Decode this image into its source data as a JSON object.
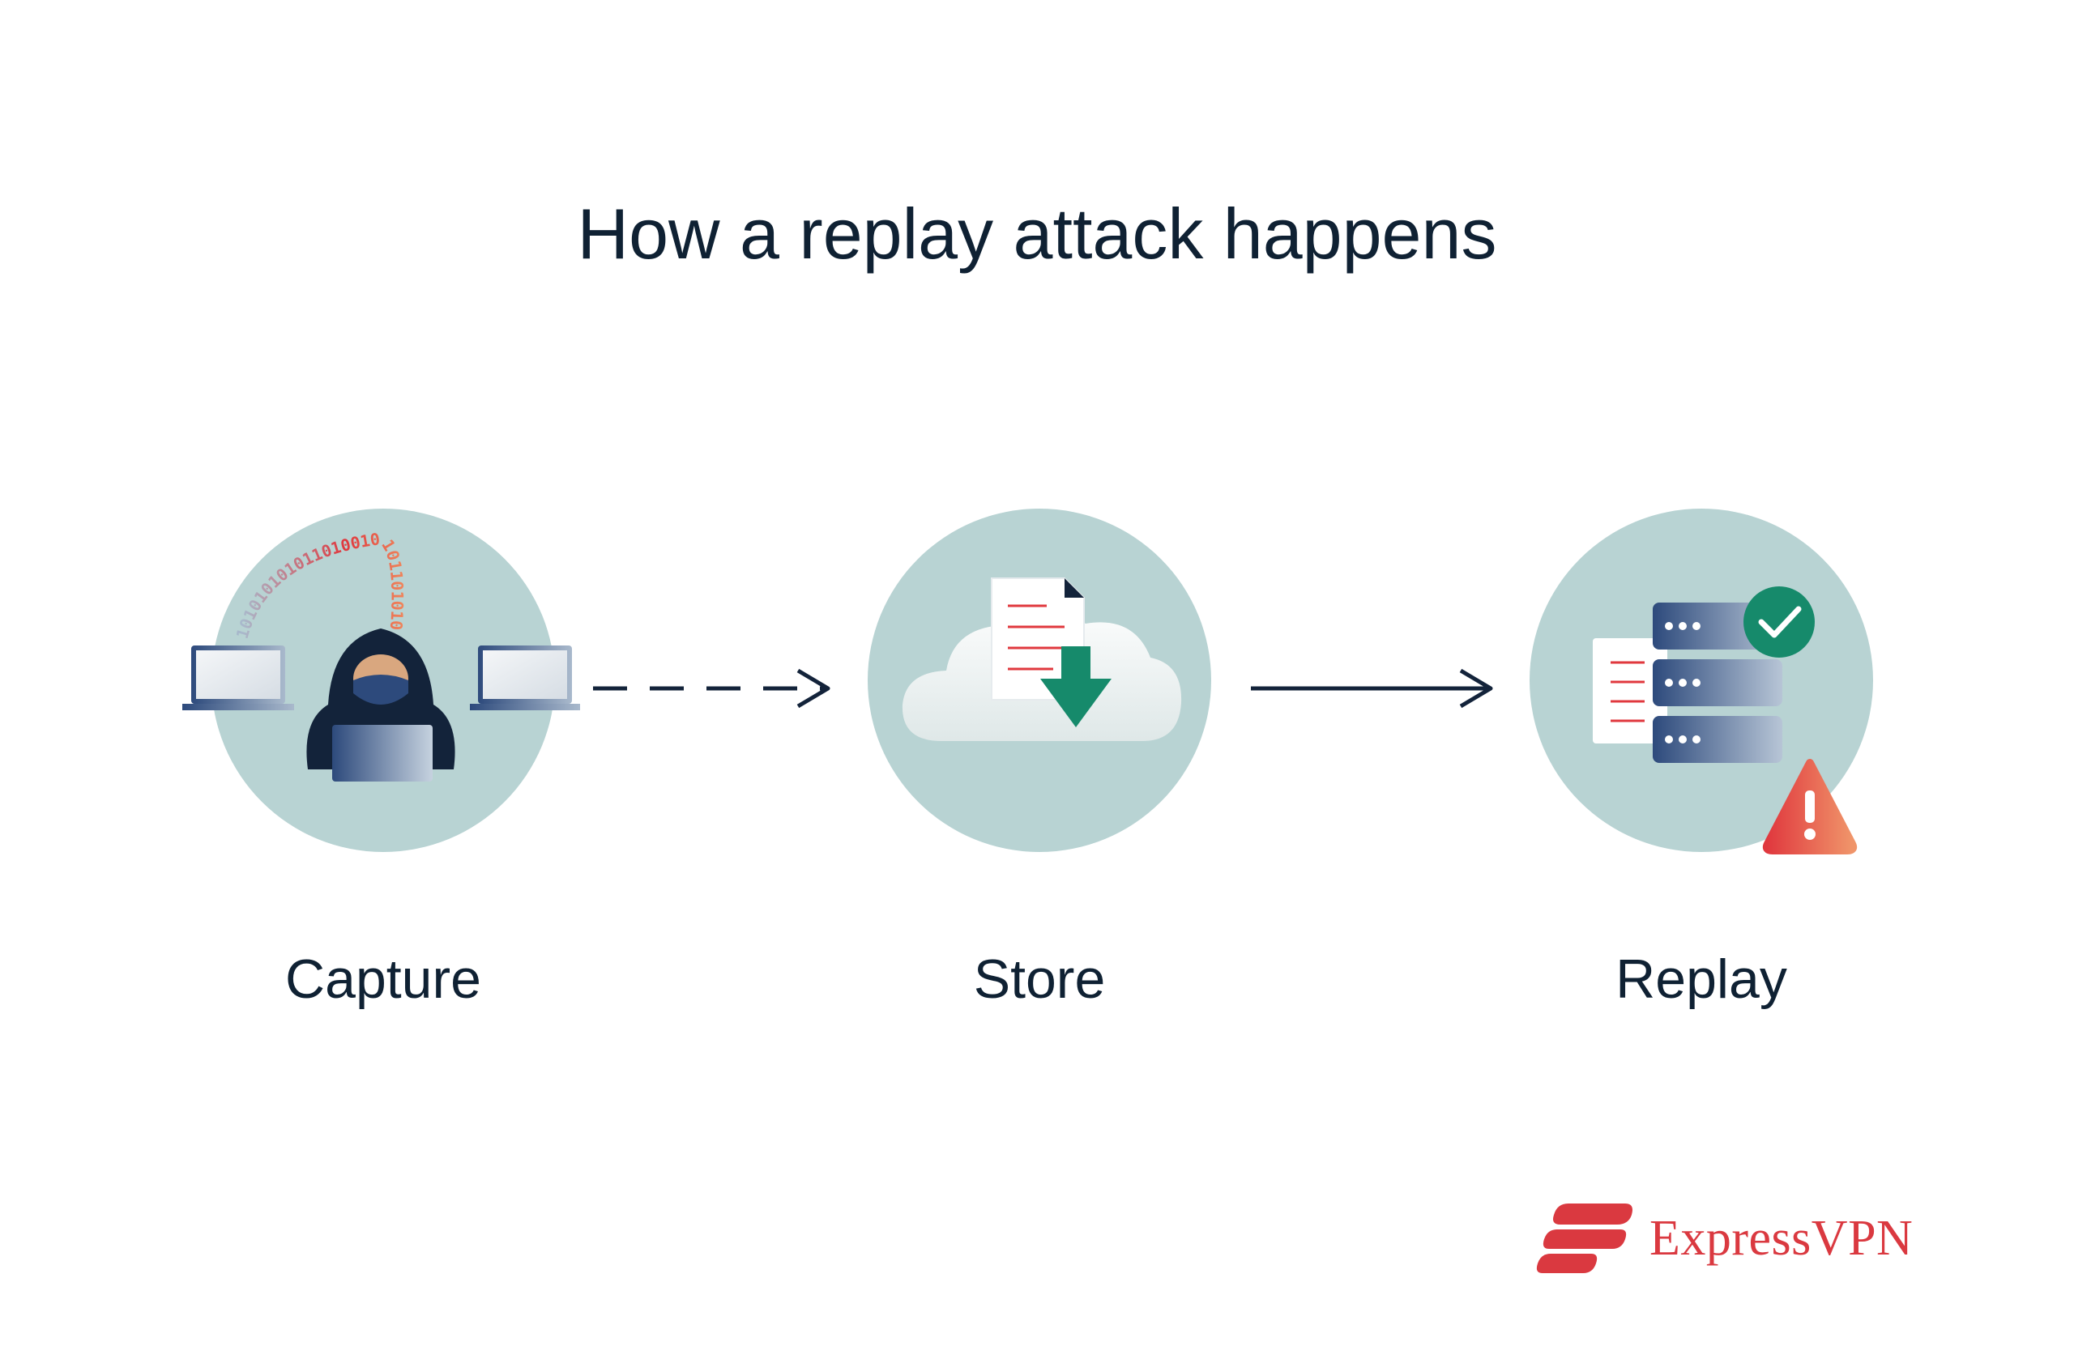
{
  "title": "How a replay attack happens",
  "steps": [
    {
      "label": "Capture"
    },
    {
      "label": "Store"
    },
    {
      "label": "Replay"
    }
  ],
  "binary_stream": "1010101010110100101011010101010",
  "brand": {
    "name": "ExpressVPN",
    "color": "#da3940"
  },
  "colors": {
    "circle": "#b8d3d3",
    "navy": "#13233a",
    "dark_blue": "#2d4a7c",
    "green": "#168a6b",
    "red": "#e0383e",
    "orange": "#f08a5d"
  },
  "icons": [
    "hacker-icon",
    "laptop-icon",
    "document-icon",
    "cloud-icon",
    "download-arrow-icon",
    "server-icon",
    "checkmark-icon",
    "warning-icon"
  ]
}
